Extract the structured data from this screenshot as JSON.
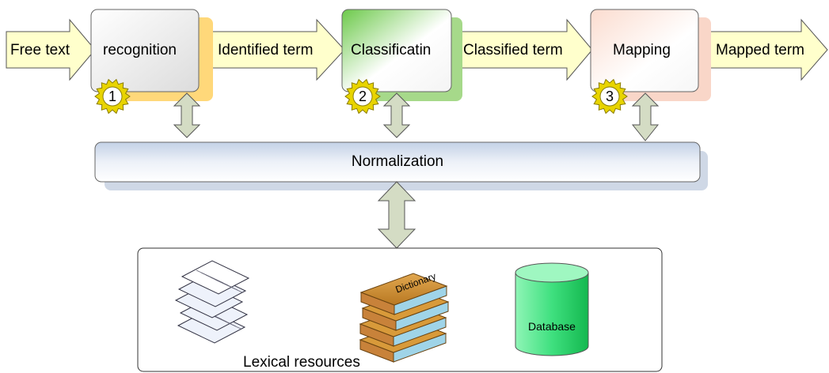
{
  "flow_arrows": [
    {
      "label": "Free text"
    },
    {
      "label": "Identified term"
    },
    {
      "label": "Classified term"
    },
    {
      "label": "Mapped term"
    }
  ],
  "steps": [
    {
      "title": "recognition",
      "number": "1",
      "shadow_color": "#ffd87a",
      "fill_color": "#e6e6e6"
    },
    {
      "title": "Classificatin",
      "number": "2",
      "shadow_color": "#a6d98a",
      "fill_color": "#7fcf5c"
    },
    {
      "title": "Mapping",
      "number": "3",
      "shadow_color": "#f9d6c8",
      "fill_color": "#fbe1d6"
    }
  ],
  "normalization": {
    "label": "Normalization"
  },
  "resources": {
    "label": "Lexical resources",
    "dictionary_label": "Dictionary",
    "database_label": "Database"
  },
  "colors": {
    "arrow_fill": "#ffffcc",
    "double_arrow_fill": "#d4dcc4",
    "cylinder": "#33dd77",
    "gear": "#e8d400"
  },
  "icons": [
    "document-stack-icon",
    "book-stack-icon",
    "database-icon",
    "gear-icon"
  ]
}
